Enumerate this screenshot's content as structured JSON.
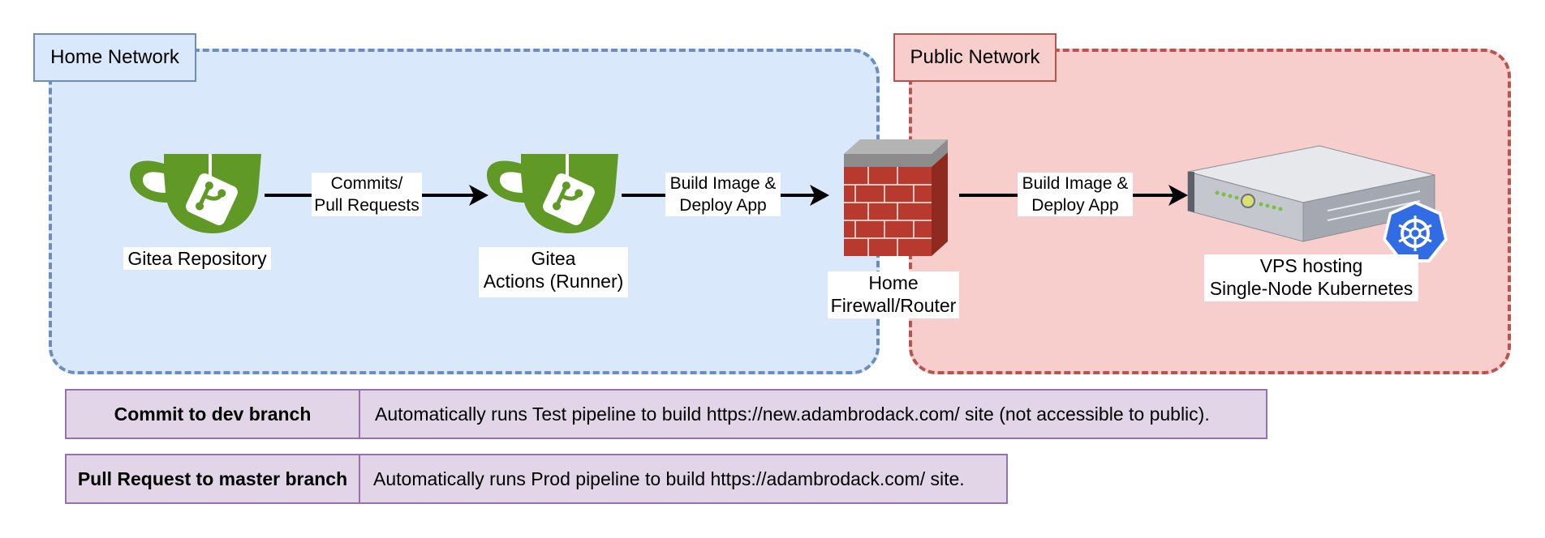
{
  "zones": {
    "home": {
      "label": "Home Network"
    },
    "public": {
      "label": "Public Network"
    }
  },
  "nodes": {
    "gitea_repo": {
      "label": "Gitea Repository",
      "icon": "gitea-icon"
    },
    "gitea_runner": {
      "line1": "Gitea",
      "line2": "Actions (Runner)",
      "icon": "gitea-icon"
    },
    "firewall": {
      "line1": "Home",
      "line2": "Firewall/Router",
      "icon": "firewall-brick-wall-icon"
    },
    "vps": {
      "line1": "VPS hosting",
      "line2": "Single-Node Kubernetes",
      "icon": "rack-server-icon",
      "badge_icon": "kubernetes-icon"
    }
  },
  "edges": [
    {
      "from": "gitea_repo",
      "to": "gitea_runner",
      "line1": "Commits/",
      "line2": "Pull Requests"
    },
    {
      "from": "gitea_runner",
      "to": "firewall",
      "line1": "Build Image &",
      "line2": "Deploy App"
    },
    {
      "from": "firewall",
      "to": "vps",
      "line1": "Build Image &",
      "line2": "Deploy App"
    }
  ],
  "notes": [
    {
      "key": "Commit to dev branch",
      "value": "Automatically runs Test pipeline to build https://new.adambrodack.com/ site (not accessible to public)."
    },
    {
      "key": "Pull Request to master branch",
      "value": "Automatically runs Prod pipeline to build https://adambrodack.com/ site."
    }
  ],
  "colors": {
    "home_fill": "#dae8fc",
    "home_stroke": "#6c8ebf",
    "public_fill": "#f8cecc",
    "public_stroke": "#b85450",
    "note_fill": "#e1d5e7",
    "note_stroke": "#9673a6",
    "gitea_green": "#609926",
    "brick_red": "#b83a2e",
    "k8s_blue": "#326ce5"
  }
}
